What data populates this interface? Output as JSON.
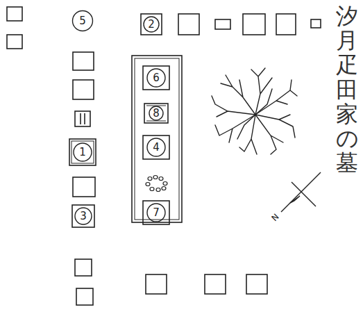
{
  "diagram": {
    "title": "汐月疋田家の墓",
    "nodes": [
      {
        "text": [
          "5"
        ]
      },
      {
        "text": [
          "2"
        ]
      },
      {
        "text": [
          "6"
        ]
      },
      {
        "text": [
          "8"
        ]
      },
      {
        "text": [
          "4"
        ]
      },
      {
        "text": [
          "1"
        ]
      },
      {
        "text": [
          "3"
        ]
      },
      {
        "text": [
          "7"
        ]
      }
    ],
    "labels": [
      "N"
    ]
  }
}
